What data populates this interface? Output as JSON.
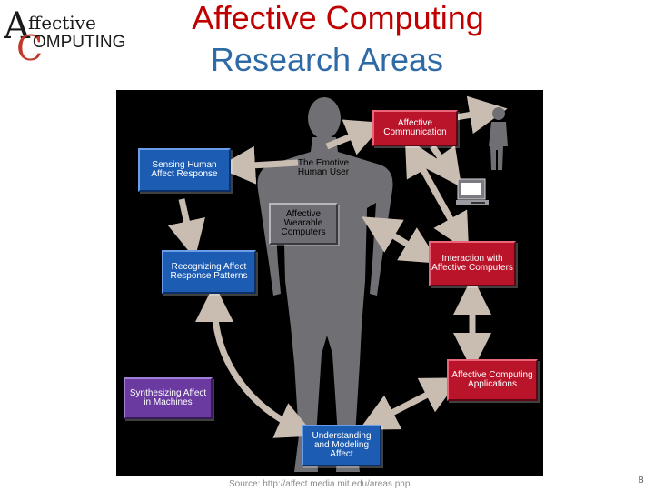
{
  "logo": {
    "letter_a": "A",
    "rest_top": "ffective",
    "letter_c": "C",
    "rest_bottom": "OMPUTING"
  },
  "title": {
    "line1": "Affective Computing",
    "line2": "Research Areas"
  },
  "diagram": {
    "center_label": "The Emotive Human User",
    "boxes": {
      "affective_communication": "Affective Communication",
      "sensing": "Sensing Human Affect Response",
      "wearable": "Affective Wearable Computers",
      "recognizing": "Recognizing Affect Response Patterns",
      "interaction": "Interaction with Affective Computers",
      "applications": "Affective Computing Applications",
      "synthesizing": "Synthesizing Affect in Machines",
      "understanding": "Understanding and Modeling Affect"
    }
  },
  "footer": {
    "source": "Source: http://affect.media.mit.edu/areas.php",
    "page_number": "8"
  },
  "colors": {
    "title_red": "#c00000",
    "title_blue": "#2e6aa5",
    "box_blue": "#1c5db3",
    "box_red": "#b9142a",
    "box_purple": "#6a3aa0",
    "box_gray": "#6e6d74",
    "arrow": "#c9bdb2",
    "background": "#000000"
  },
  "icons": [
    "small-person-icon",
    "computer-icon",
    "human-silhouette"
  ]
}
